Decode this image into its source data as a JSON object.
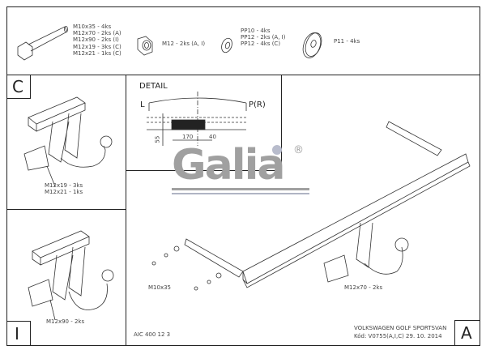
{
  "parts": {
    "bolt": {
      "icon": "bolt-icon",
      "lines": [
        "M10x35 - 4ks",
        "M12x70 - 2ks (A)",
        "M12x90 - 2ks (I)",
        "M12x19 - 3ks (C)",
        "M12x21 - 1ks (C)"
      ]
    },
    "nut": {
      "icon": "nut-icon",
      "lines": [
        "M12 - 2ks (A, I)"
      ]
    },
    "spring_washer": {
      "icon": "spring-washer-icon",
      "lines": [
        "PP10 - 4ks",
        "PP12 - 2ks (A, I)",
        "PP12 - 4ks (C)"
      ]
    },
    "flat_washer": {
      "icon": "flat-washer-icon",
      "lines": [
        "P11 - 4ks"
      ]
    }
  },
  "panel_c": {
    "label": "C",
    "callout": [
      "M12x19 - 3ks",
      "M12x21 - 1ks"
    ]
  },
  "panel_i": {
    "label": "I",
    "callout": [
      "M12x90 - 2ks"
    ]
  },
  "detail": {
    "title": "DETAIL",
    "left": "L",
    "right": "P(R)",
    "dim_height": "55",
    "dim_width": "170",
    "dim_offset": "40"
  },
  "logo": {
    "text": "Galia",
    "mark": "®",
    "color": "#a0a0a0",
    "dot_color": "#b8bccc"
  },
  "main": {
    "callout_bolt": "M10x35",
    "callout_ball": "M12x70 - 2ks"
  },
  "title_block": {
    "code": "AIC 400 12 3",
    "vehicle": "VOLKSWAGEN GOLF SPORTSVAN",
    "kod": "Kód: V0755(A,I,C)  29. 10. 2014",
    "variant": "A"
  }
}
